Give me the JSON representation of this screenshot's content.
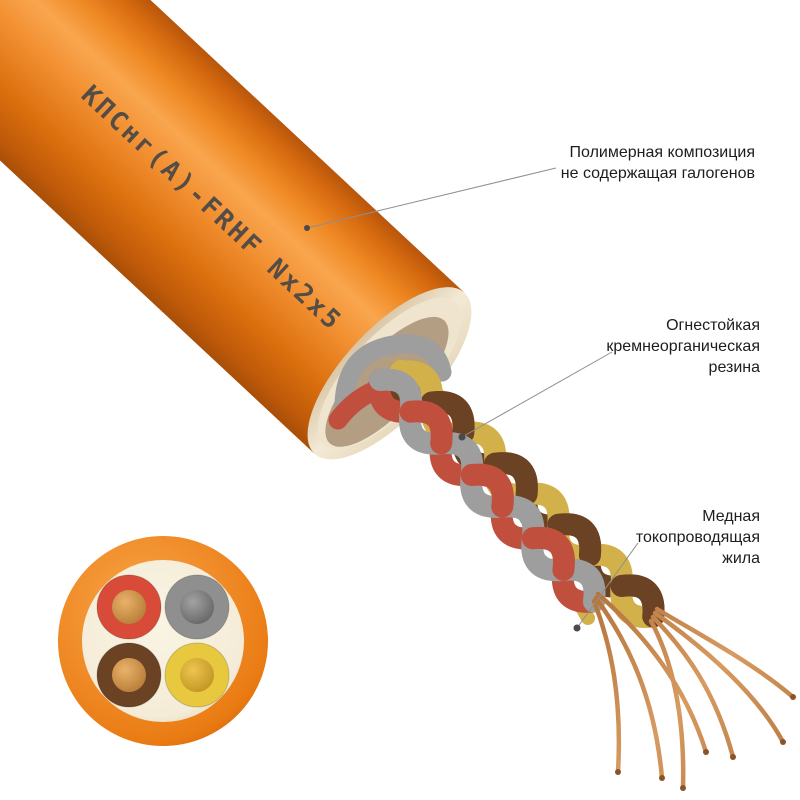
{
  "cable": {
    "marking": "КПСнг(А)-FRHF Nx2x5"
  },
  "callouts": {
    "sheath": {
      "line1": "Полимерная композиция",
      "line2": "не содержащая галогенов"
    },
    "insulation": {
      "line1": "Огнестойкая",
      "line2": "кремнеорганическая",
      "line3": "резина"
    },
    "conductor": {
      "line1": "Медная",
      "line2": "токопроводящая",
      "line3": "жила"
    }
  },
  "palette": {
    "sheath_orange": "#ED7817",
    "wire_red": "#C14F3E",
    "wire_gray": "#9E9E9E",
    "wire_brown": "#6B4223",
    "wire_yellow": "#D3B14A",
    "copper": "#C98952",
    "leader_line": "#8F8F8F",
    "leader_dot": "#4A4A4A",
    "marking_text": "#474747",
    "label_text": "#1D1D1D"
  }
}
